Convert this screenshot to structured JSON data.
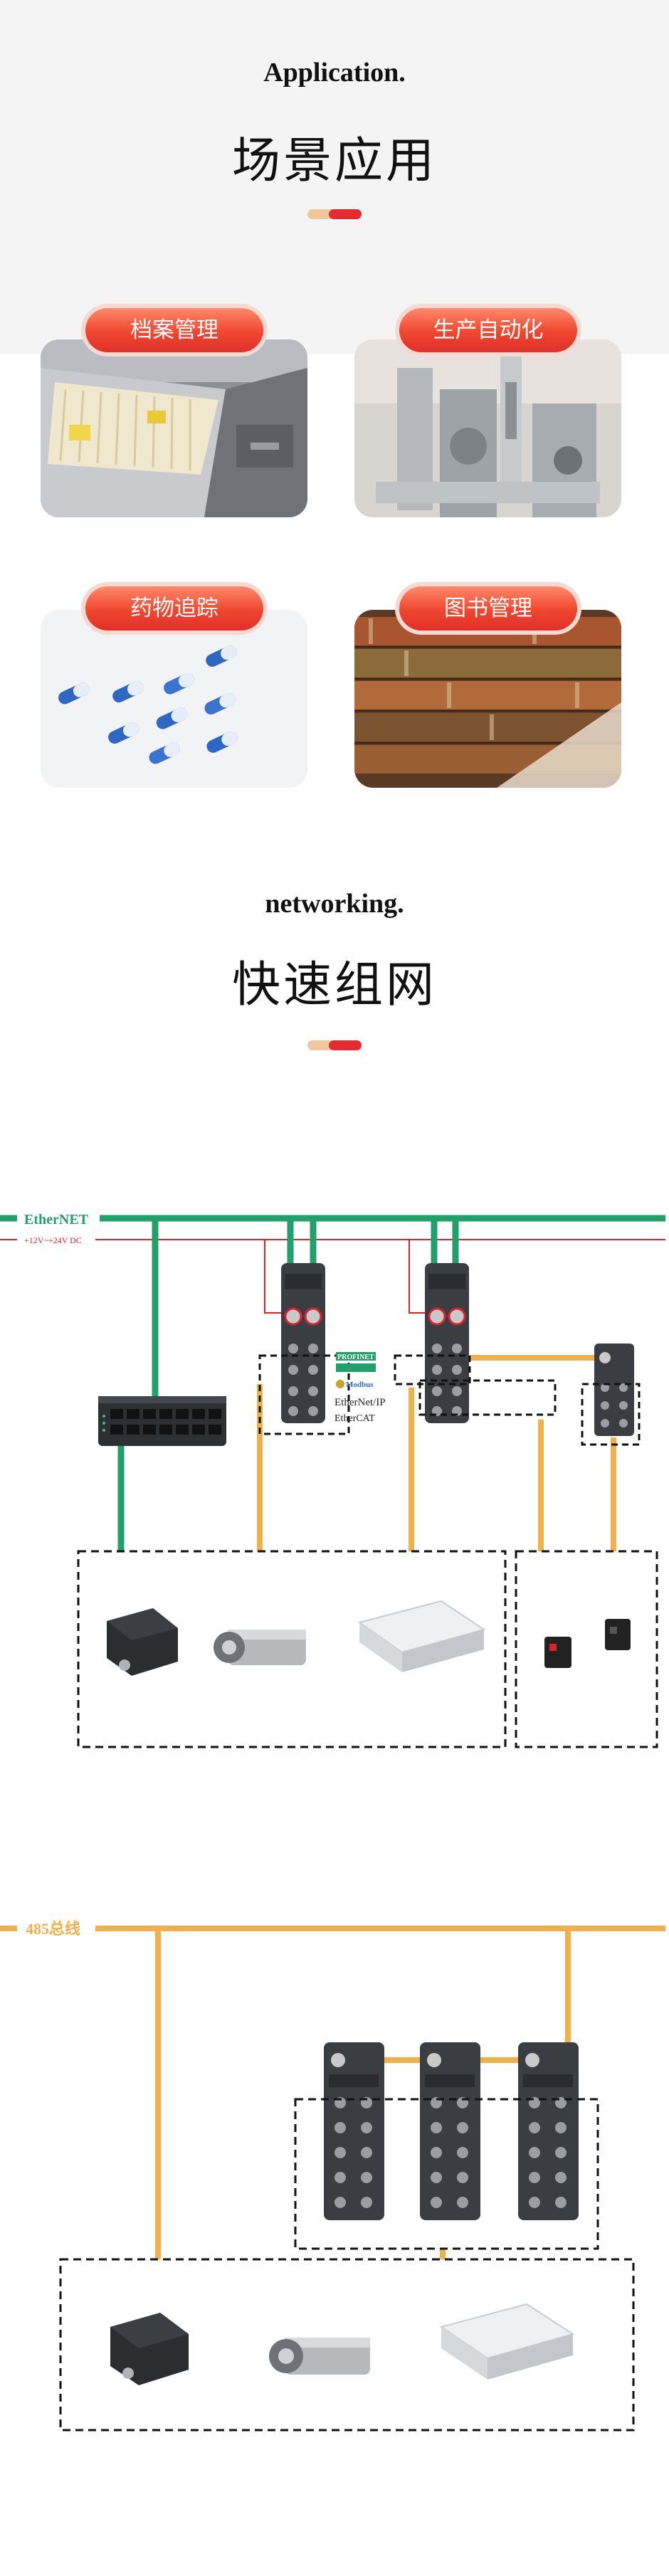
{
  "application": {
    "title_en": "Application.",
    "title_cn": "场景应用",
    "cards": [
      {
        "label": "档案管理"
      },
      {
        "label": "生产自动化"
      },
      {
        "label": "药物追踪"
      },
      {
        "label": "图书管理"
      }
    ]
  },
  "networking": {
    "title_en": "networking.",
    "title_cn": "快速组网",
    "diagram1": {
      "bus_label": "EtherNET",
      "power_label": "+12V~+24V DC",
      "protocols": [
        "PROFINET",
        "Modbus",
        "EtherNet/IP",
        "EtherCAT"
      ]
    },
    "diagram2": {
      "bus_label": "485总线"
    }
  },
  "colors": {
    "accent_red": "#e42b2f",
    "accent_gold": "#eec79a",
    "ethernet_green": "#22a06b",
    "power_red": "#d9232d",
    "io_orange": "#f2b04a"
  }
}
